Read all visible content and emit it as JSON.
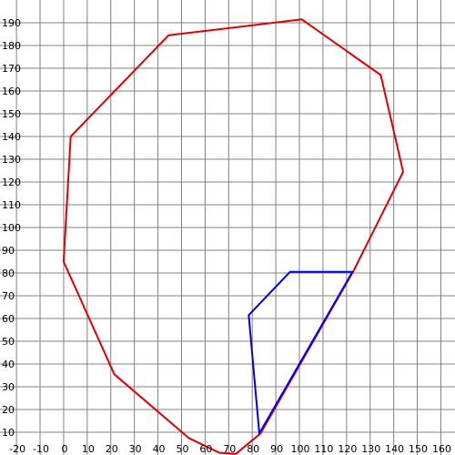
{
  "chart_data": {
    "type": "line",
    "xlim": [
      -27,
      166
    ],
    "ylim": [
      0,
      200
    ],
    "grid": true,
    "x_ticks": [
      -20,
      -10,
      0,
      10,
      20,
      30,
      40,
      50,
      60,
      70,
      80,
      90,
      100,
      110,
      120,
      130,
      140,
      150,
      160
    ],
    "y_ticks": [
      10,
      20,
      30,
      40,
      50,
      60,
      70,
      80,
      90,
      100,
      110,
      120,
      130,
      140,
      150,
      160,
      170,
      180,
      190
    ],
    "series": [
      {
        "color": "#e00000",
        "closed": true,
        "points": [
          [
            44.5,
            184.5
          ],
          [
            101,
            191.5
          ],
          [
            134.5,
            167
          ],
          [
            144,
            124.5
          ],
          [
            123,
            81
          ],
          [
            83.5,
            9.5
          ],
          [
            73,
            0.5
          ],
          [
            66,
            1
          ],
          [
            53,
            7.5
          ],
          [
            21.5,
            35.5
          ],
          [
            0,
            85
          ],
          [
            3,
            140
          ]
        ]
      },
      {
        "color": "#0000e6",
        "closed": true,
        "points": [
          [
            96,
            80.5
          ],
          [
            122.5,
            80.5
          ],
          [
            83,
            9.5
          ],
          [
            78.5,
            61.5
          ]
        ]
      }
    ],
    "colors": {
      "grid": "#808080",
      "background": "#ffffff"
    }
  }
}
